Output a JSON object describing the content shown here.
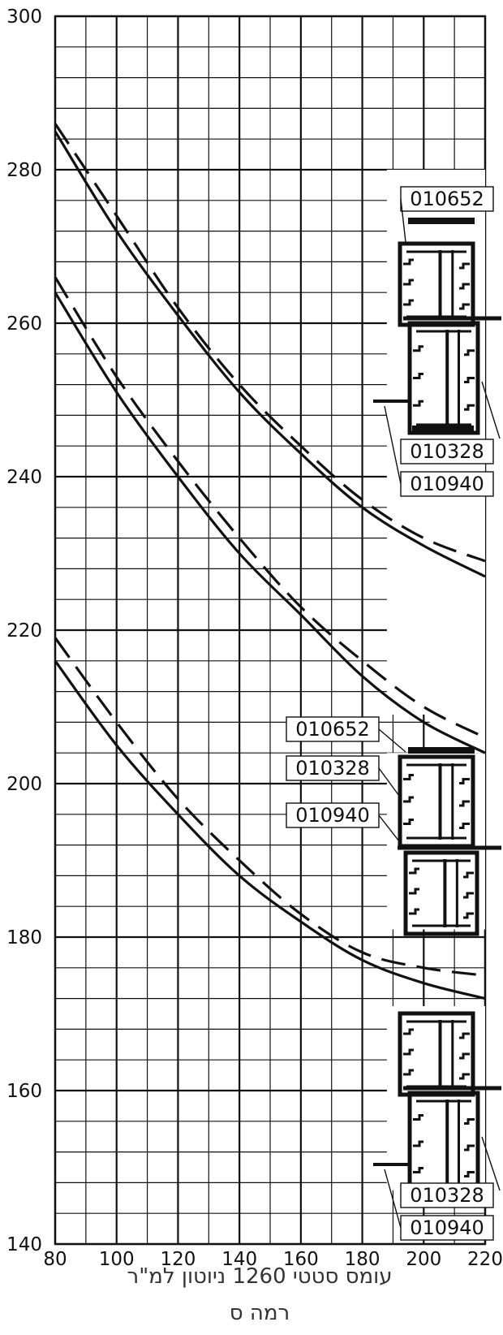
{
  "chart_data": {
    "type": "line",
    "xlim": [
      80,
      220
    ],
    "ylim": [
      140,
      300
    ],
    "x_ticks": [
      80,
      100,
      120,
      140,
      160,
      180,
      200,
      220
    ],
    "y_ticks": [
      140,
      160,
      180,
      200,
      220,
      240,
      260,
      280,
      300
    ],
    "grid": true,
    "xlabel": "עומס סטטי 1260 ניוטון למ\"ר",
    "caption": "רמה ס",
    "series": [
      {
        "style": "solid",
        "x": [
          80,
          100,
          120,
          140,
          160,
          180,
          200,
          220
        ],
        "y": [
          285,
          272,
          261,
          251,
          243,
          236,
          231,
          227
        ]
      },
      {
        "style": "dashed",
        "x": [
          80,
          100,
          120,
          140,
          160,
          180,
          200,
          220
        ],
        "y": [
          286,
          274,
          262,
          252,
          244,
          237,
          232,
          229
        ]
      },
      {
        "style": "solid",
        "x": [
          80,
          100,
          120,
          140,
          160,
          180,
          200,
          220
        ],
        "y": [
          264,
          251,
          240,
          230,
          222,
          214,
          208,
          204
        ]
      },
      {
        "style": "dashed",
        "x": [
          80,
          100,
          120,
          140,
          160,
          180,
          200,
          220
        ],
        "y": [
          266,
          253,
          242,
          232,
          223,
          216,
          210,
          206
        ]
      },
      {
        "style": "solid",
        "x": [
          80,
          100,
          120,
          140,
          160,
          180,
          200,
          220
        ],
        "y": [
          216,
          205,
          196,
          188,
          182,
          177,
          174,
          172
        ]
      },
      {
        "style": "dashed",
        "x": [
          80,
          100,
          120,
          140,
          160,
          180,
          200,
          220
        ],
        "y": [
          219,
          208,
          198,
          190,
          183,
          178,
          176,
          175
        ]
      }
    ],
    "profile_labels": [
      "010652",
      "010328",
      "010940",
      "010652",
      "010328",
      "010940",
      "010328",
      "010940"
    ]
  }
}
